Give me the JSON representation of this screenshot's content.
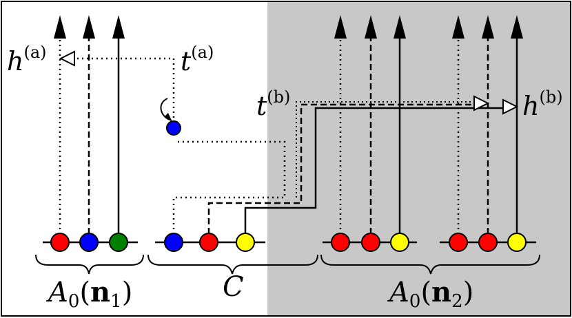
{
  "labels": {
    "h_a_base": "h",
    "h_a_sup": "(a)",
    "t_a_base": "t",
    "t_a_sup": "(a)",
    "t_b_base": "t",
    "t_b_sup": "(b)",
    "h_b_base": "h",
    "h_b_sup": "(b)",
    "group1_script": "A",
    "group1_sub": "0",
    "group1_open": "(",
    "group1_bold": "n",
    "group1_idx": "1",
    "group1_close": ")",
    "groupC_script": "C",
    "group2_script": "A",
    "group2_sub": "0",
    "group2_open": "(",
    "group2_bold": "n",
    "group2_idx": "2",
    "group2_close": ")"
  },
  "colors": {
    "red": "#ff0000",
    "blue": "#0000ff",
    "green": "#008000",
    "yellow": "#ffff00",
    "shaded_region": "#c8c8c8",
    "stroke": "#000000"
  },
  "groups": [
    {
      "name": "A0(n1)",
      "particles": [
        "red",
        "blue",
        "green"
      ]
    },
    {
      "name": "C",
      "particles": [
        "blue",
        "red",
        "yellow"
      ]
    },
    {
      "name": "A0(n2)-left",
      "particles": [
        "red",
        "red",
        "yellow"
      ]
    },
    {
      "name": "A0(n2)-right",
      "particles": [
        "red",
        "red",
        "yellow"
      ]
    }
  ],
  "line_styles": [
    "dotted",
    "dashed",
    "solid"
  ]
}
